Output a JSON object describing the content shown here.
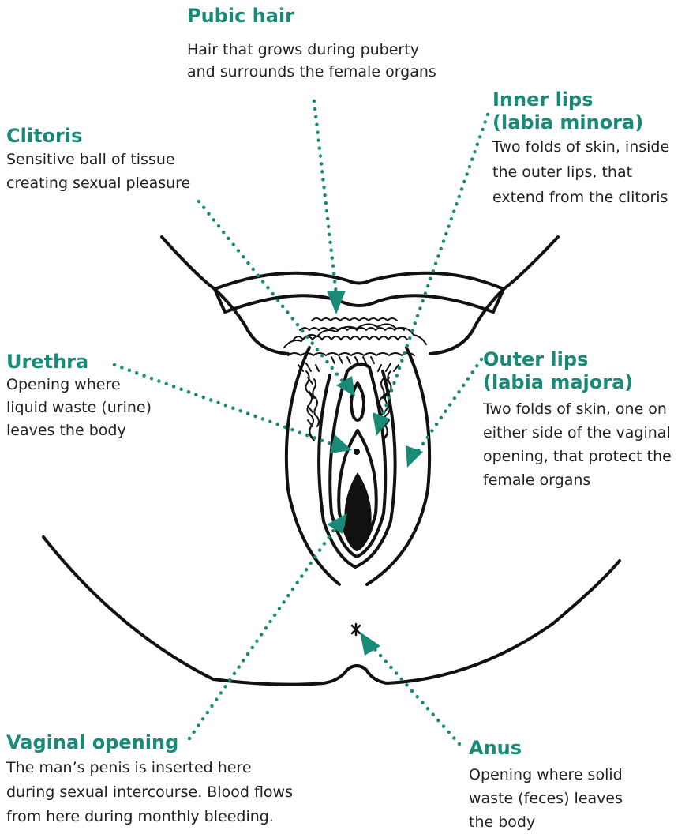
{
  "colors": {
    "accent": "#1a8a78",
    "text": "#231f20",
    "line": "#111111"
  },
  "labels": {
    "pubic_hair": {
      "title": "Pubic hair",
      "desc": "Hair that grows during puberty\nand surrounds the female organs"
    },
    "inner_lips": {
      "title": "Inner lips\n(labia minora)",
      "desc": "Two folds of skin, inside\nthe outer lips, that\nextend from the clitoris"
    },
    "clitoris": {
      "title": "Clitoris",
      "desc": "Sensitive ball of tissue\ncreating sexual pleasure"
    },
    "urethra": {
      "title": "Urethra",
      "desc": "Opening where\nliquid waste (urine)\nleaves the body"
    },
    "outer_lips": {
      "title": "Outer lips\n(labia majora)",
      "desc": "Two folds of skin, one on\neither side of the vaginal\nopening, that protect the\nfemale organs"
    },
    "vaginal_opening": {
      "title": "Vaginal opening",
      "desc": "The man’s penis is inserted here\nduring sexual intercourse. Blood flows\nfrom here during monthly bleeding."
    },
    "anus": {
      "title": "Anus",
      "desc": "Opening where solid\nwaste (feces) leaves\nthe body"
    }
  }
}
